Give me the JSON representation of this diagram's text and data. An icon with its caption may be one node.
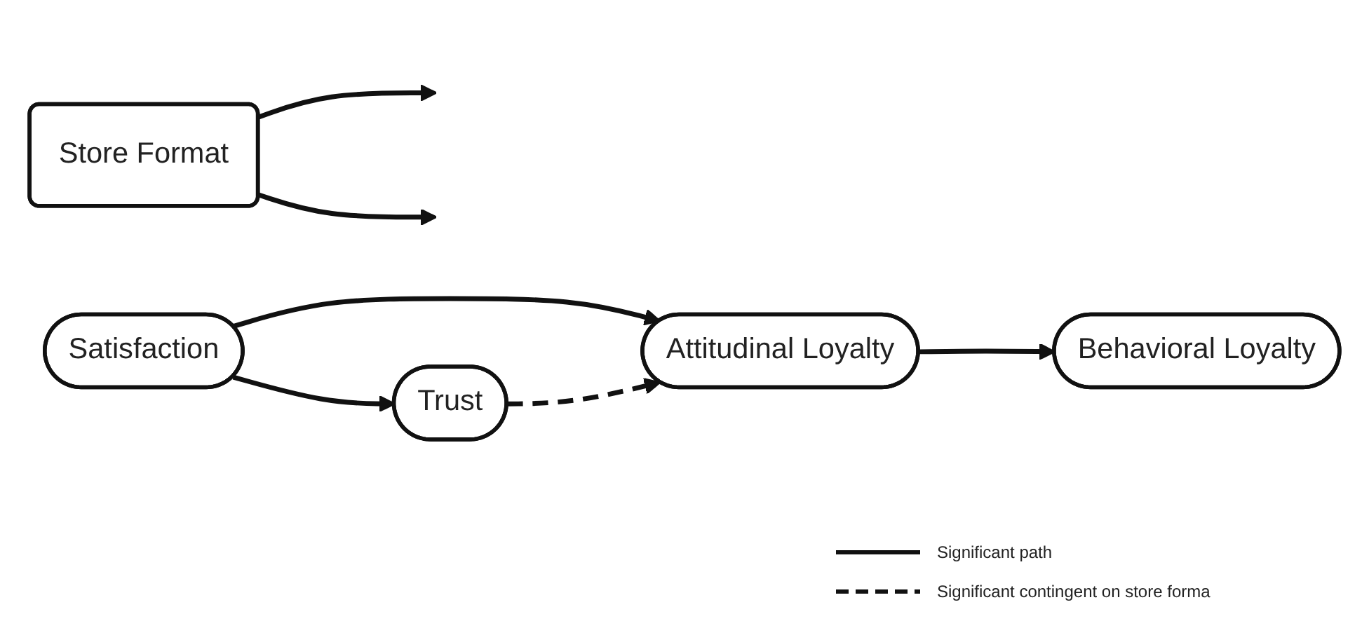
{
  "diagram": {
    "nodes": [
      {
        "text": [
          "Store Format"
        ]
      },
      {
        "text": [
          "Satisfaction"
        ]
      },
      {
        "text": [
          "Attitudinal Loyalty"
        ]
      },
      {
        "text": [
          "Behavioral Loyalty"
        ]
      },
      {
        "text": [
          "Trust"
        ]
      }
    ],
    "edges": [
      {
        "from": 1,
        "to": 2,
        "arrow": "to"
      },
      {
        "from": 1,
        "to": 4,
        "arrow": "to"
      },
      {
        "from": 4,
        "to": 2,
        "arrow": "to",
        "style": "dashed"
      },
      {
        "from": 2,
        "to": 3,
        "arrow": "to"
      },
      {
        "from": 0,
        "to": null,
        "arrow": "to"
      },
      {
        "from": 0,
        "to": null,
        "arrow": "to"
      }
    ],
    "legend": [
      {
        "text": "Significant path"
      },
      {
        "text": "Significant contingent on store forma"
      }
    ]
  }
}
